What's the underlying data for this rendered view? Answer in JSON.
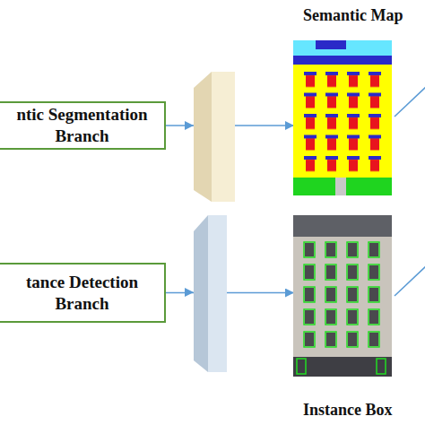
{
  "diagram": {
    "nodes": [
      {
        "text": [
          "ntic Segmentation Branch"
        ]
      },
      {
        "text": [
          "tance Detection Branch"
        ]
      },
      {
        "text": [
          "Semantic Map"
        ]
      },
      {
        "text": [
          "Instance Box"
        ]
      }
    ],
    "edges": [
      {
        "from": 0,
        "to": 2,
        "arrow": "to"
      },
      {
        "from": 1,
        "to": 3,
        "arrow": "to"
      }
    ]
  }
}
